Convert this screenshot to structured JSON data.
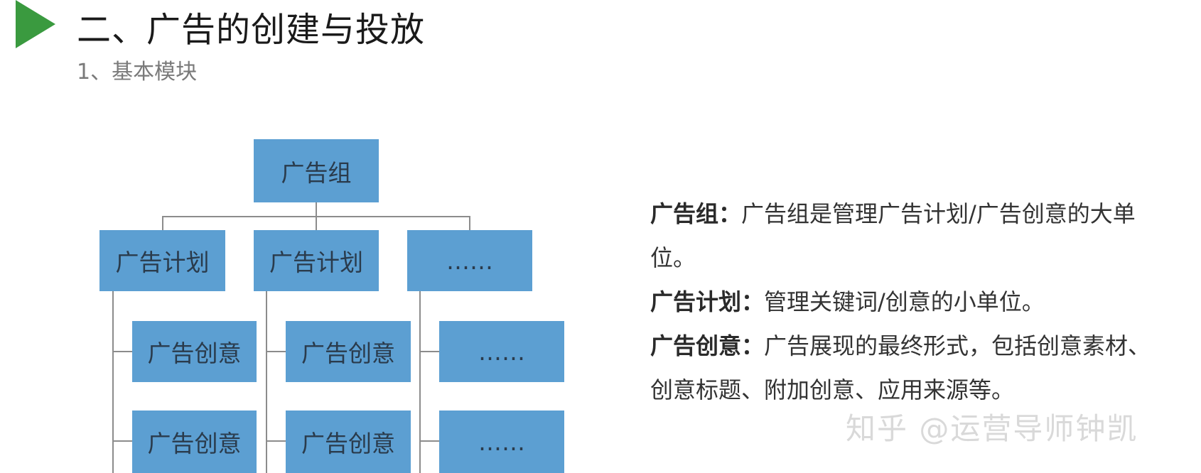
{
  "heading": {
    "title": "二、广告的创建与投放",
    "subtitle": "1、基本模块"
  },
  "diagram": {
    "root": "广告组",
    "plans": [
      "广告计划",
      "广告计划",
      "……"
    ],
    "creatives": [
      [
        "广告创意",
        "广告创意"
      ],
      [
        "广告创意",
        "广告创意"
      ],
      [
        "……",
        "……"
      ]
    ]
  },
  "description": [
    {
      "term": "广告组：",
      "text": "广告组是管理广告计划/广告创意的大单位。"
    },
    {
      "term": "广告计划：",
      "text": "管理关键词/创意的小单位。"
    },
    {
      "term": "广告创意：",
      "text": "广告展现的最终形式，包括创意素材、创意标题、附加创意、应用来源等。"
    }
  ],
  "watermark": "知乎 @运营导师钟凯",
  "colors": {
    "accent": "#3a9a3f",
    "node_fill": "#5c9fd2",
    "connector": "#8c8c8c"
  }
}
